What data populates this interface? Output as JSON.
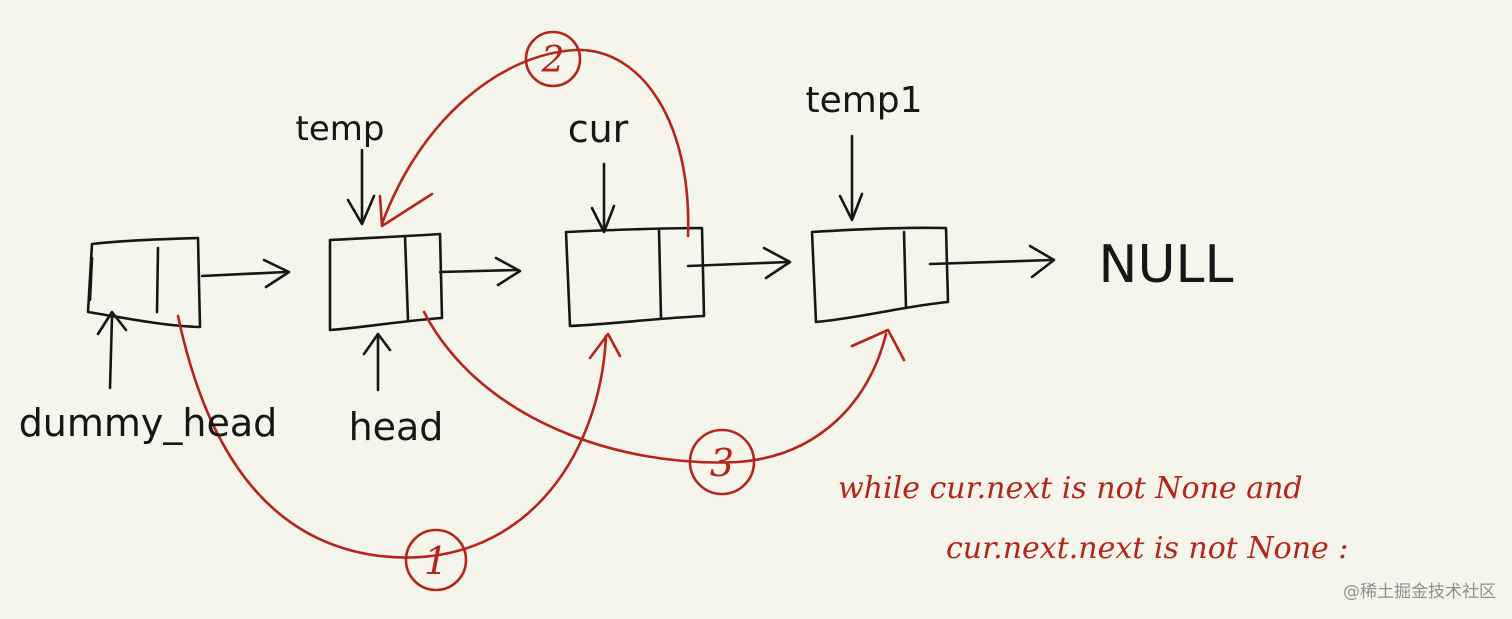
{
  "nodes": {
    "dummy_head": "dummy_head",
    "head": "head",
    "temp": "temp",
    "cur": "cur",
    "temp1": "temp1",
    "null": "NULL"
  },
  "steps": {
    "step1": "1",
    "step2": "2",
    "step3": "3"
  },
  "condition": {
    "line1": "while cur.next is not None and",
    "line2": "cur.next.next is not None :"
  },
  "watermark": "@稀土掘金技术社区",
  "colors": {
    "background": "#f6f5ec",
    "ink": "#161616",
    "red": "#b5251c"
  }
}
